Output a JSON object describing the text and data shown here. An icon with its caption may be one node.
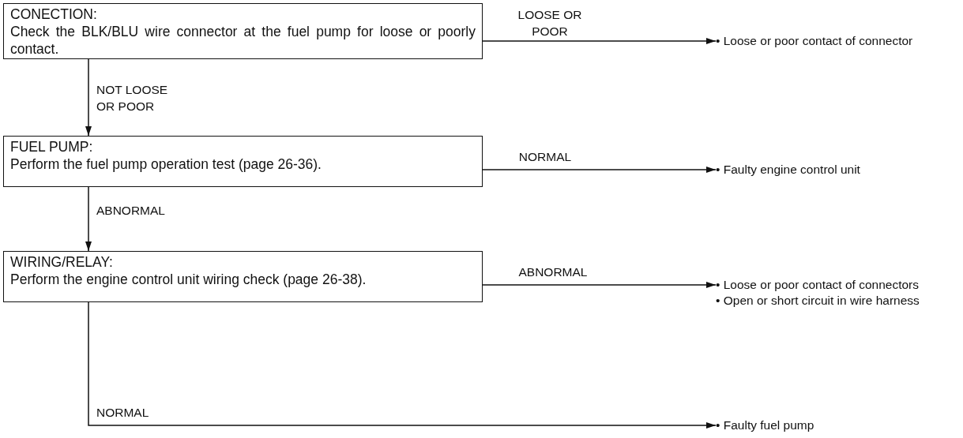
{
  "diagram": {
    "nodes": [
      {
        "text": [
          "CONECTION:",
          "Check the BLK/BLU wire connector at the fuel pump for loose or poorly contact."
        ]
      },
      {
        "text": [
          "FUEL PUMP:",
          "Perform the fuel pump operation test (page 26-36)."
        ]
      },
      {
        "text": [
          "WIRING/RELAY:",
          "Perform the engine control unit wiring check (page 26-38)."
        ]
      },
      {
        "text": [
          "• Loose or poor contact of connector"
        ]
      },
      {
        "text": [
          "• Faulty engine control unit"
        ]
      },
      {
        "text": [
          "• Loose or poor contact of connectors",
          "• Open or short circuit in wire harness"
        ]
      },
      {
        "text": [
          "• Faulty fuel pump"
        ]
      }
    ],
    "edges": [
      {
        "from": 0,
        "to": 3,
        "arrow": "to",
        "label": "LOOSE OR POOR"
      },
      {
        "from": 0,
        "to": 1,
        "arrow": "to",
        "label": "NOT LOOSE OR POOR"
      },
      {
        "from": 1,
        "to": 4,
        "arrow": "to",
        "label": "NORMAL"
      },
      {
        "from": 1,
        "to": 2,
        "arrow": "to",
        "label": "ABNORMAL"
      },
      {
        "from": 2,
        "to": 5,
        "arrow": "to",
        "label": "ABNORMAL"
      },
      {
        "from": 2,
        "to": 6,
        "arrow": "to",
        "label": "NORMAL"
      }
    ]
  }
}
